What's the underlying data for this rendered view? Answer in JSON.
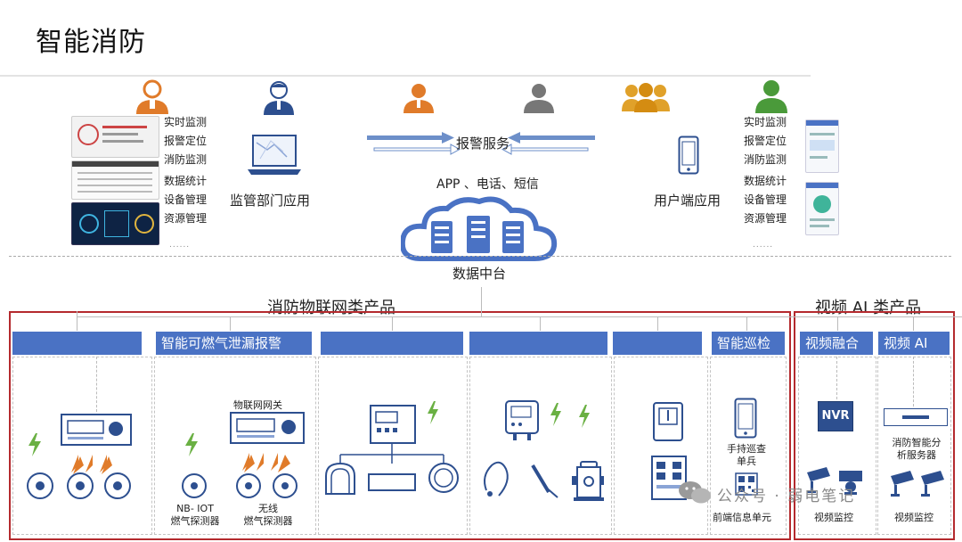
{
  "page_title": "智能消防",
  "left_features": [
    "实时监测",
    "报警定位",
    "消防监测",
    "数据统计",
    "设备管理",
    "资源管理"
  ],
  "right_features": [
    "实时监测",
    "报警定位",
    "消防监测",
    "数据统计",
    "设备管理",
    "资源管理"
  ],
  "ellipsis": "......",
  "supervision_app": "监管部门应用",
  "alarm_service": "报警服务",
  "channels": "APP 、电话、短信",
  "user_app": "用户端应用",
  "data_platform": "数据中台",
  "iot_section": "消防物联网类产品",
  "video_section": "视频 AI 类产品",
  "categories": [
    "智能可燃气泄漏报警",
    "智能巡检",
    "视频融合",
    "视频 AI"
  ],
  "devices": {
    "gateway": "物联网网关",
    "nb_iot_line1": "NB- IOT",
    "nb_iot_line2": "燃气探测器",
    "wireless_line1": "无线",
    "wireless_line2": "燃气探测器",
    "handheld_line1": "手持巡查",
    "handheld_line2": "单兵",
    "frontend": "前端信息单元",
    "nvr": "NVR",
    "video_monitor_1": "视频监控",
    "ai_server_line1": "消防智能分",
    "ai_server_line2": "析服务器",
    "video_monitor_2": "视频监控"
  },
  "watermark": "公众号 · 弱电笔记",
  "colors": {
    "blue_bar": "#4a72c4",
    "red_frame": "#b42a2e",
    "person_orange": "#e07b2a",
    "person_blue": "#2d4f8f",
    "person_gray": "#777777",
    "person_gold": "#e0a12a",
    "person_green": "#4a9a3a",
    "arrow_blue": "#6d8fc9",
    "cloud_blue": "#4a72c4"
  }
}
